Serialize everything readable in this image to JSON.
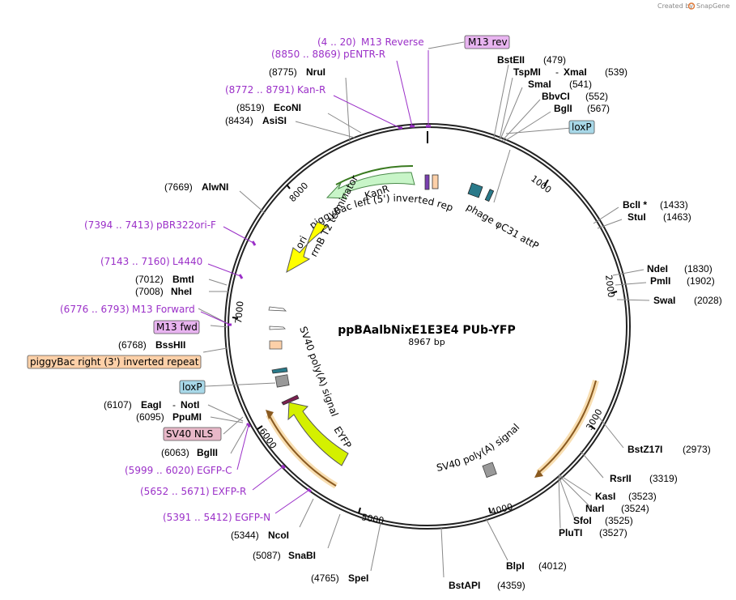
{
  "credit": {
    "prefix": "Created by",
    "brand": "SnapGene"
  },
  "plasmid": {
    "name": "ppBAalbNixE1E3E4 PUb-YFP",
    "length": "8967 bp"
  },
  "ticks": [
    "1000",
    "2000",
    "3000",
    "4000",
    "5000",
    "6000",
    "7000",
    "8000"
  ],
  "enzymes": {
    "bsteii": {
      "pos": "(479)",
      "name": "BstEII"
    },
    "tspmi": {
      "pos": "(539)",
      "name": "TspMI",
      "sep": "-",
      "name2": "XmaI"
    },
    "smai": {
      "pos": "(541)",
      "name": "SmaI"
    },
    "bbvci": {
      "pos": "(552)",
      "name": "BbvCI"
    },
    "bgli": {
      "pos": "(567)",
      "name": "BglI"
    },
    "bcli": {
      "pos": "(1433)",
      "name": "BclI *"
    },
    "stui": {
      "pos": "(1463)",
      "name": "StuI"
    },
    "ndei": {
      "pos": "(1830)",
      "name": "NdeI"
    },
    "pmli": {
      "pos": "(1902)",
      "name": "PmlI"
    },
    "swai": {
      "pos": "(2028)",
      "name": "SwaI"
    },
    "bstz17i": {
      "pos": "(2973)",
      "name": "BstZ17I"
    },
    "rsrii": {
      "pos": "(3319)",
      "name": "RsrII"
    },
    "kasi": {
      "pos": "(3523)",
      "name": "KasI"
    },
    "nari": {
      "pos": "(3524)",
      "name": "NarI"
    },
    "sfoi": {
      "pos": "(3525)",
      "name": "SfoI"
    },
    "pluti": {
      "pos": "(3527)",
      "name": "PluTI"
    },
    "blpi": {
      "pos": "(4012)",
      "name": "BlpI"
    },
    "bstapi": {
      "pos": "(4359)",
      "name": "BstAPI"
    },
    "spei": {
      "pos": "(4765)",
      "name": "SpeI"
    },
    "snabi": {
      "pos": "(5087)",
      "name": "SnaBI"
    },
    "ncoi": {
      "pos": "(5344)",
      "name": "NcoI"
    },
    "bglii": {
      "pos": "(6063)",
      "name": "BglII"
    },
    "ppumi": {
      "pos": "(6095)",
      "name": "PpuMI"
    },
    "eagi": {
      "pos": "(6107)",
      "name": "EagI",
      "sep": "-",
      "name2": "NotI"
    },
    "bsshii": {
      "pos": "(6768)",
      "name": "BssHII"
    },
    "nhei": {
      "pos": "(7008)",
      "name": "NheI"
    },
    "bmti": {
      "pos": "(7012)",
      "name": "BmtI"
    },
    "alwni": {
      "pos": "(7669)",
      "name": "AlwNI"
    },
    "asisi": {
      "pos": "(8434)",
      "name": "AsiSI"
    },
    "econi": {
      "pos": "(8519)",
      "name": "EcoNI"
    },
    "srui": {
      "pos": "(8775)",
      "name": "NruI"
    }
  },
  "primers": {
    "m13rev": {
      "range": "(4 .. 20)",
      "name": "M13 Reverse"
    },
    "pentr": {
      "range": "(8850 .. 8869)",
      "name": "pENTR-R"
    },
    "kanr": {
      "range": "(8772 .. 8791)",
      "name": "Kan-R"
    },
    "pbr": {
      "range": "(7394 .. 7413)",
      "name": "pBR322ori-F"
    },
    "l4440": {
      "range": "(7143 .. 7160)",
      "name": "L4440"
    },
    "m13fwd": {
      "range": "(6776 .. 6793)",
      "name": "M13 Forward"
    },
    "egfpc": {
      "range": "(5999 .. 6020)",
      "name": "EGFP-C"
    },
    "exfpr": {
      "range": "(5652 .. 5671)",
      "name": "EXFP-R"
    },
    "egfpn": {
      "range": "(5391 .. 5412)",
      "name": "EGFP-N"
    }
  },
  "boxes": {
    "m13rev": "M13 rev",
    "loxp1": "loxP",
    "m13fwd": "M13 fwd",
    "pbright": "piggyBac right (3') inverted repeat",
    "loxp2": "loxP",
    "sv40nls": "SV40 NLS"
  },
  "features": {
    "kanr": "KanR",
    "pbleft": "piggyBac left (5') inverted repeat",
    "phage": "phage φC31 attP",
    "ori": "ori",
    "rrnb": "rrnB T2 terminator",
    "sv40a1": "SV40 poly(A) signal",
    "eyfp": "EYFP",
    "sv40a2": "SV40 poly(A) signal"
  },
  "colors": {
    "kanr": "#c8f5c8",
    "ori": "#ffff00",
    "eyfp": "#d4f000",
    "primer": "#9b30c8",
    "loxp": "#a8d8e8",
    "m13box": "#e8b4f0",
    "pbright": "#fdd0a8",
    "nls": "#e8b8c8",
    "phage": "#2a7a8a"
  }
}
